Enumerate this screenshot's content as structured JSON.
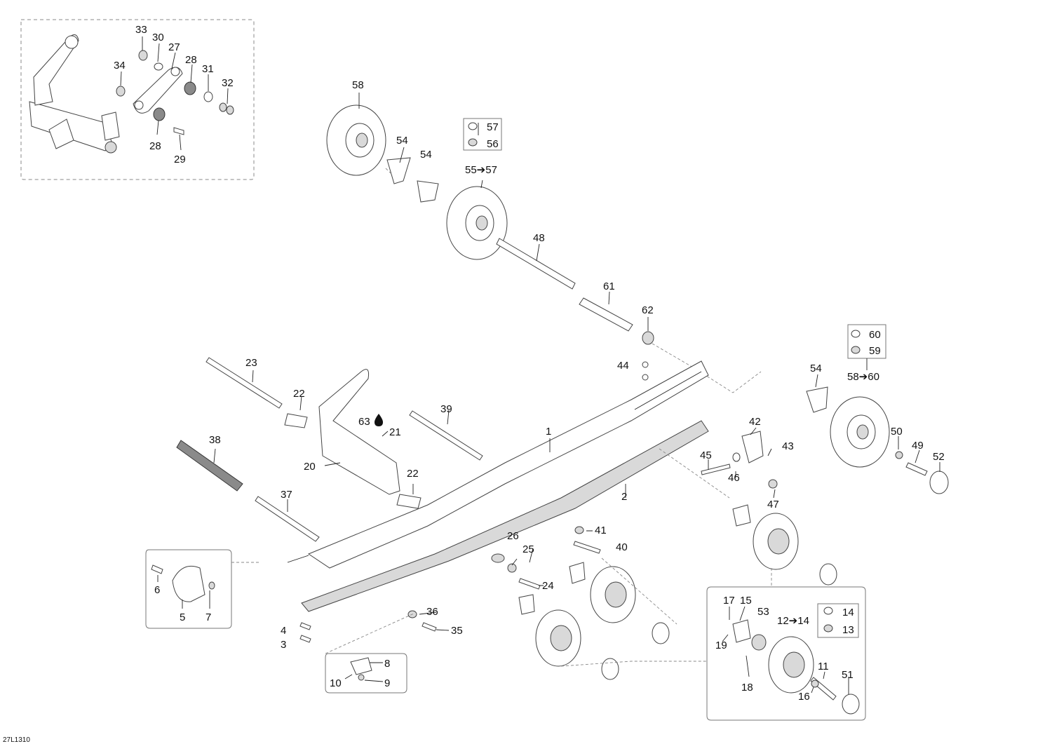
{
  "diagram": {
    "reference_code": "27L1310",
    "callouts": [
      "1",
      "2",
      "3",
      "4",
      "5",
      "6",
      "7",
      "8",
      "9",
      "10",
      "11",
      "12➔14",
      "13",
      "14",
      "15",
      "16",
      "17",
      "18",
      "19",
      "20",
      "21",
      "22",
      "22",
      "23",
      "24",
      "25",
      "26",
      "27",
      "28",
      "28",
      "29",
      "30",
      "31",
      "32",
      "33",
      "34",
      "35",
      "36",
      "37",
      "38",
      "39",
      "40",
      "41",
      "42",
      "43",
      "44",
      "45",
      "46",
      "47",
      "48",
      "49",
      "50",
      "51",
      "52",
      "53",
      "54",
      "54",
      "54",
      "55➔57",
      "56",
      "57",
      "58",
      "58➔60",
      "59",
      "60",
      "61",
      "62",
      "63"
    ]
  }
}
